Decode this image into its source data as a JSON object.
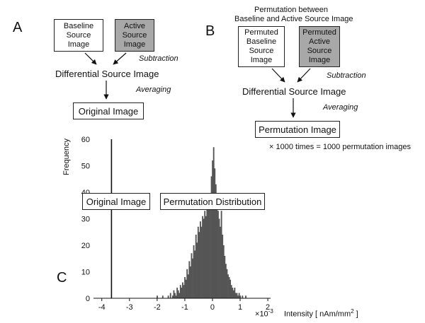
{
  "panel_a": {
    "letter": "A",
    "baseline_box": "Baseline\nSource\nImage",
    "active_box": "Active\nSource\nImage",
    "subtraction": "Subtraction",
    "differential": "Differential Source Image",
    "averaging": "Averaging",
    "original_box": "Original Image"
  },
  "panel_b": {
    "letter": "B",
    "title_line1": "Permutation between",
    "title_line2": "Baseline and Active Source Image",
    "permuted_baseline_box": "Permuted\nBaseline\nSource\nImage",
    "permuted_active_box": "Permuted\nActive\nSource\nImage",
    "subtraction": "Subtraction",
    "differential": "Differential Source Image",
    "averaging": "Averaging",
    "permutation_box": "Permutation Image",
    "times_note": "× 1000 times = 1000 permutation images"
  },
  "panel_c": {
    "letter": "C",
    "original_label": "Original Image",
    "permutation_label": "Permutation Distribution",
    "x_scale_prefix": "×",
    "x_scale_base": "10",
    "x_scale_exp": "-3",
    "x_unit_prefix": "Intensity [ nAm/mm",
    "x_unit_sup": "2",
    "x_unit_suffix": " ]"
  },
  "chart_data": {
    "type": "bar",
    "ylabel": "Frequency",
    "xlim": [
      -4.3,
      2.1
    ],
    "ylim": [
      0,
      60
    ],
    "x_ticks": [
      -4,
      -3,
      -2,
      -1,
      0,
      1,
      2
    ],
    "y_ticks": [
      0,
      10,
      20,
      30,
      40,
      50,
      60
    ],
    "original_value": -3.65,
    "bin_width": 0.04,
    "bins": [
      {
        "x": -2.0,
        "y": 1
      },
      {
        "x": -1.8,
        "y": 1
      },
      {
        "x": -1.6,
        "y": 1
      },
      {
        "x": -1.52,
        "y": 2
      },
      {
        "x": -1.44,
        "y": 1
      },
      {
        "x": -1.4,
        "y": 3
      },
      {
        "x": -1.36,
        "y": 2
      },
      {
        "x": -1.32,
        "y": 1
      },
      {
        "x": -1.28,
        "y": 4
      },
      {
        "x": -1.24,
        "y": 3
      },
      {
        "x": -1.2,
        "y": 2
      },
      {
        "x": -1.16,
        "y": 5
      },
      {
        "x": -1.12,
        "y": 4
      },
      {
        "x": -1.08,
        "y": 6
      },
      {
        "x": -1.04,
        "y": 5
      },
      {
        "x": -1.0,
        "y": 8
      },
      {
        "x": -0.96,
        "y": 7
      },
      {
        "x": -0.92,
        "y": 11
      },
      {
        "x": -0.88,
        "y": 9
      },
      {
        "x": -0.84,
        "y": 14
      },
      {
        "x": -0.8,
        "y": 12
      },
      {
        "x": -0.76,
        "y": 17
      },
      {
        "x": -0.72,
        "y": 15
      },
      {
        "x": -0.68,
        "y": 20
      },
      {
        "x": -0.64,
        "y": 18
      },
      {
        "x": -0.6,
        "y": 24
      },
      {
        "x": -0.56,
        "y": 21
      },
      {
        "x": -0.52,
        "y": 27
      },
      {
        "x": -0.48,
        "y": 25
      },
      {
        "x": -0.44,
        "y": 29
      },
      {
        "x": -0.4,
        "y": 27
      },
      {
        "x": -0.36,
        "y": 31
      },
      {
        "x": -0.32,
        "y": 30
      },
      {
        "x": -0.28,
        "y": 33
      },
      {
        "x": -0.24,
        "y": 31
      },
      {
        "x": -0.2,
        "y": 36
      },
      {
        "x": -0.16,
        "y": 34
      },
      {
        "x": -0.12,
        "y": 38
      },
      {
        "x": -0.08,
        "y": 36
      },
      {
        "x": -0.04,
        "y": 46
      },
      {
        "x": 0.0,
        "y": 52
      },
      {
        "x": 0.04,
        "y": 57
      },
      {
        "x": 0.08,
        "y": 49
      },
      {
        "x": 0.12,
        "y": 43
      },
      {
        "x": 0.16,
        "y": 38
      },
      {
        "x": 0.2,
        "y": 33
      },
      {
        "x": 0.24,
        "y": 30
      },
      {
        "x": 0.28,
        "y": 27
      },
      {
        "x": 0.32,
        "y": 33
      },
      {
        "x": 0.36,
        "y": 24
      },
      {
        "x": 0.4,
        "y": 20
      },
      {
        "x": 0.44,
        "y": 16
      },
      {
        "x": 0.48,
        "y": 13
      },
      {
        "x": 0.52,
        "y": 11
      },
      {
        "x": 0.56,
        "y": 9
      },
      {
        "x": 0.6,
        "y": 8
      },
      {
        "x": 0.64,
        "y": 7
      },
      {
        "x": 0.68,
        "y": 5
      },
      {
        "x": 0.72,
        "y": 4
      },
      {
        "x": 0.76,
        "y": 3
      },
      {
        "x": 0.8,
        "y": 4
      },
      {
        "x": 0.84,
        "y": 2
      },
      {
        "x": 0.88,
        "y": 2
      },
      {
        "x": 0.92,
        "y": 1
      },
      {
        "x": 0.96,
        "y": 2
      },
      {
        "x": 1.0,
        "y": 1
      },
      {
        "x": 1.08,
        "y": 1
      },
      {
        "x": 1.2,
        "y": 1
      }
    ]
  }
}
